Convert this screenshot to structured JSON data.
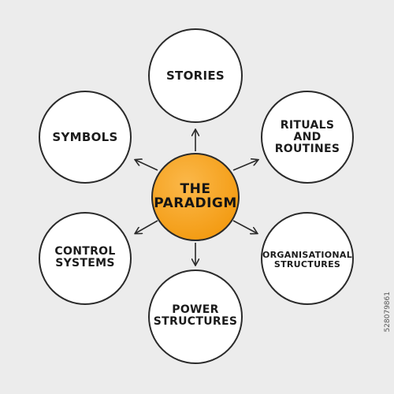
{
  "diagram": {
    "center": {
      "label": "THE\nPARADIGM",
      "fill": "#f5a21c"
    },
    "nodes": [
      {
        "id": "stories",
        "label": "STORIES"
      },
      {
        "id": "rituals",
        "label": "RITUALS\nAND\nROUTINES"
      },
      {
        "id": "organisational",
        "label": "ORGANISATIONAL\nSTRUCTURES"
      },
      {
        "id": "power",
        "label": "POWER\nSTRUCTURES"
      },
      {
        "id": "control",
        "label": "CONTROL\nSYSTEMS"
      },
      {
        "id": "symbols",
        "label": "SYMBOLS"
      }
    ],
    "line_color": "#2a2a2a",
    "node_fill": "#ffffff"
  },
  "stock_id": "528079861"
}
